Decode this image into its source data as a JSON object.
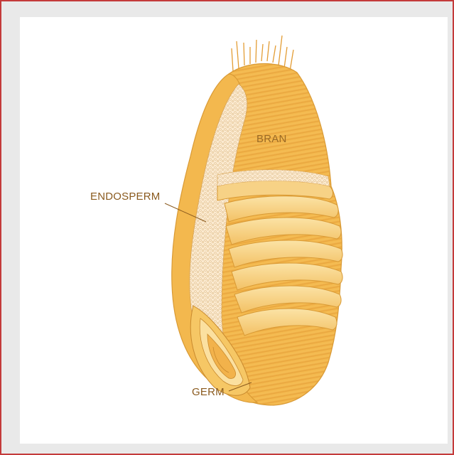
{
  "labels": {
    "bran": "BRAN",
    "endosperm": "ENDOSPERM",
    "germ": "GERM"
  },
  "colors": {
    "frame_border": "#c43a3a",
    "frame_background": "#e9e9e9",
    "panel_background": "#ffffff",
    "kernel_bran": "#f4b347",
    "kernel_bran_light": "#f8d27a",
    "kernel_outline": "#d99a35",
    "endosperm_fill": "#fbe9c4",
    "label_text": "#8a5a1e"
  }
}
